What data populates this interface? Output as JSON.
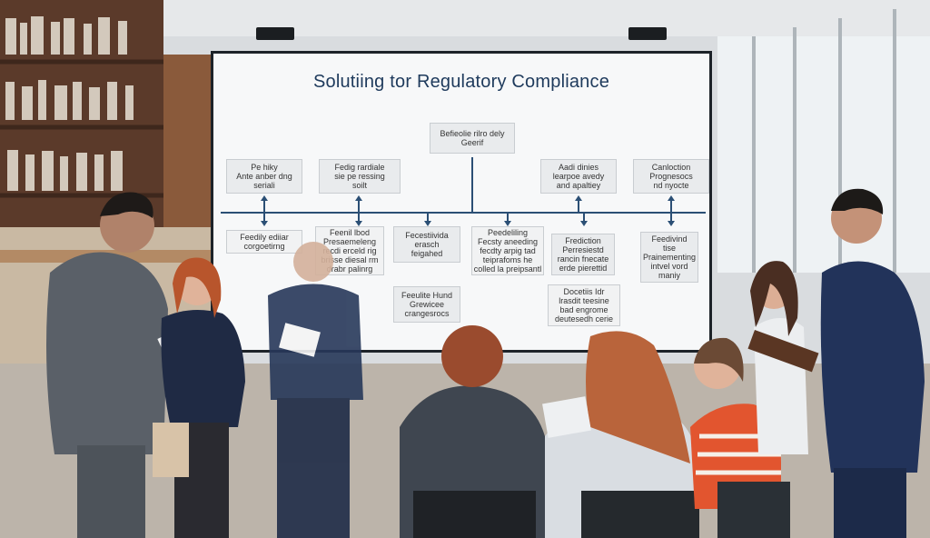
{
  "slide": {
    "title": "Solutiing tor Regulatory Compliance",
    "top_box": "Befieolie rilro dely\nGeerif",
    "upper_boxes": [
      "Pe hiky\nAnte anber dng\nseriali",
      "Fedig rardiale\nsie pe ressing\nsoilt",
      "Aadi dinies\nlearpoe avedy\nand apaltiey",
      "Canloction\nPrognesocs\nnd nyocte"
    ],
    "lower_items": [
      "Feedily ediiar\ncorgoetirng",
      "Feenil lbod\nPresaemeleng\nrecdi erceld rig\nbrisse diesal rm\ndrabr palinrg",
      "Fecestiivida\nerasch\nfeigahed",
      "Peedeliling\nFecsty aneeding\nfecdty arpig tad\nteiprafoms he\ncolled la preipsantl",
      "Frediction\nPerresiestd\nrancin fnecate\nerde pierettid",
      "Feedivind\ntise\nPrainementing\nintvel vord\nmaniy"
    ],
    "bottom_boxes": [
      "Feeulite Hund\nGrewicee\ncrangesrocs",
      "Docetiis Idr\nlrasdit teesine\nbad engrome\ndeutesedh cerie"
    ]
  },
  "colors": {
    "screen_bg": "#f7f8f9",
    "title": "#1e3a5c",
    "timeline": "#2b4f75",
    "box_bg": "#e9ebed"
  }
}
